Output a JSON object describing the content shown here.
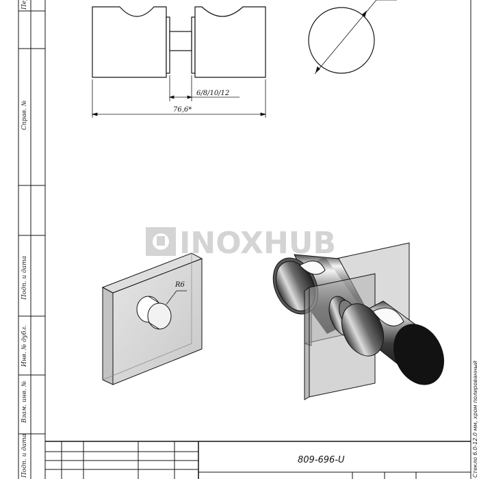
{
  "sheet": {
    "side_labels": {
      "top": "Пер",
      "sprav": "Справ. №",
      "podp_data_1": "Подп. и дата",
      "inv_dubl": "Инв. № дубл.",
      "vzam_inv": "Взам. инв. №",
      "podp_data_2": "Подп. и дата"
    },
    "right_note": "Стекло 6.0-12.0 мм, хром полированный",
    "title_block": {
      "drawing_code": "809-696-U"
    }
  },
  "drawing": {
    "dimensions": {
      "gap": "6/8/10/12",
      "overall_length": "76,6*",
      "radius": "R6"
    }
  },
  "watermark": {
    "text": "INOXHUB"
  },
  "colors": {
    "line": "#111111",
    "glass": "#b9b9b9",
    "steel_dark": "#2a2a2a",
    "steel_light": "#e8e8e8",
    "watermark": "#d4d4d4"
  }
}
